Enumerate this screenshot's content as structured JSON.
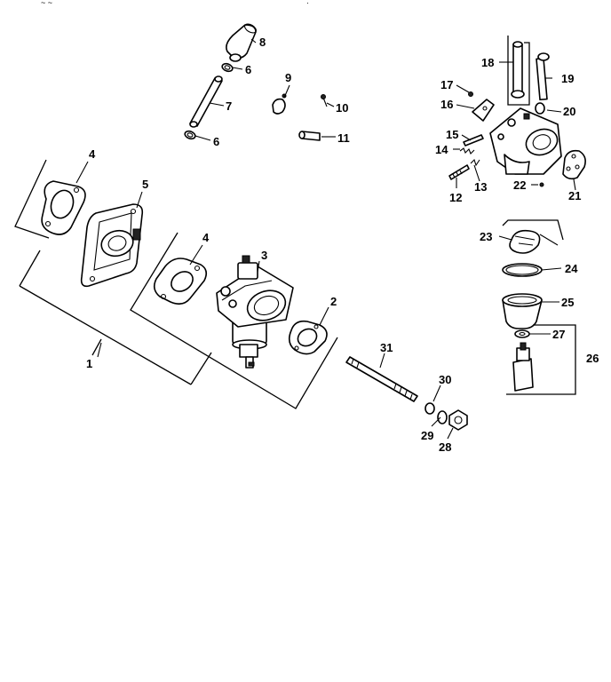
{
  "header_marks": {
    "left": "~ ~",
    "right": "·"
  },
  "callouts": {
    "c1": "1",
    "c2": "2",
    "c3": "3",
    "c4a": "4",
    "c4b": "4",
    "c5": "5",
    "c6a": "6",
    "c6b": "6",
    "c7": "7",
    "c8": "8",
    "c9": "9",
    "c10": "10",
    "c11": "11",
    "c12": "12",
    "c13": "13",
    "c14": "14",
    "c15": "15",
    "c16": "16",
    "c17": "17",
    "c18": "18",
    "c19": "19",
    "c20": "20",
    "c21": "21",
    "c22": "22",
    "c23": "23",
    "c24": "24",
    "c25": "25",
    "c26": "26",
    "c27": "27",
    "c28": "28",
    "c29": "29",
    "c30": "30",
    "c31": "31"
  }
}
